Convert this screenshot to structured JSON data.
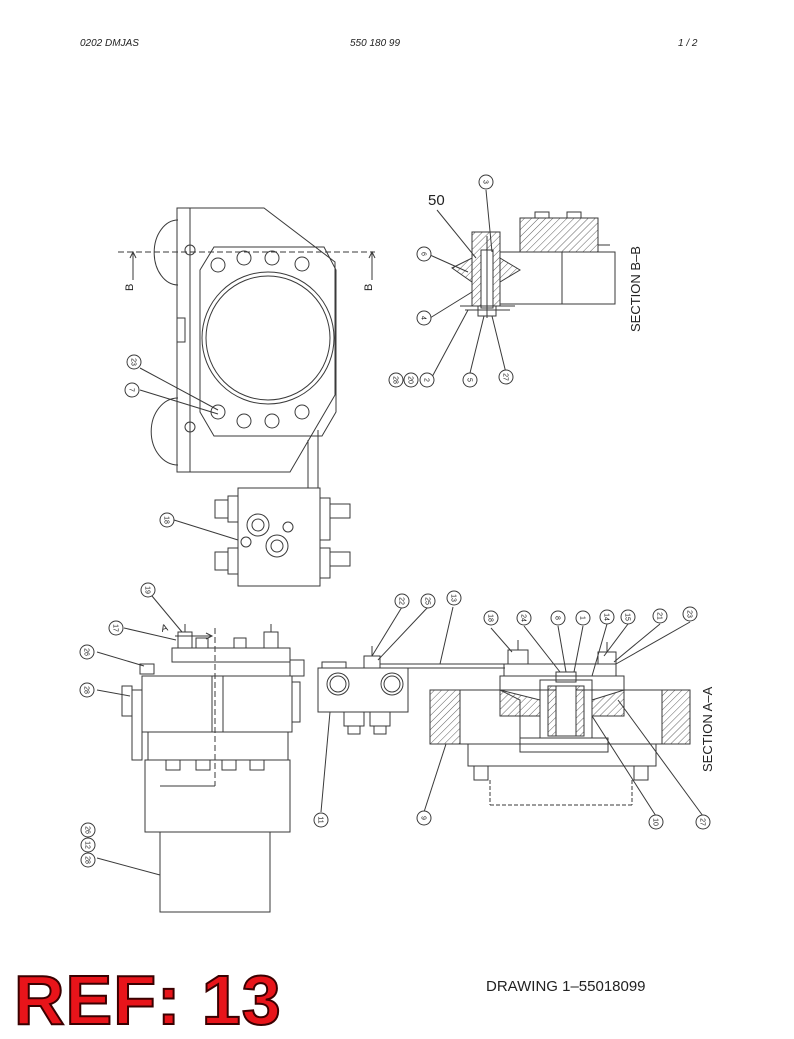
{
  "header": {
    "left": "0202 DMJAS",
    "center": "550 180 99",
    "right": "1 /  2"
  },
  "sections": {
    "bb": "SECTION B–B",
    "aa": "SECTION A–A"
  },
  "view_markers": {
    "b_left": "B",
    "b_right": "B",
    "a": "A"
  },
  "big_label": "50",
  "balloons": {
    "top_view": [
      "23",
      "7",
      "18"
    ],
    "section_bb": [
      "3",
      "6",
      "4",
      "28",
      "20",
      "2",
      "5",
      "27"
    ],
    "side_view": [
      "19",
      "17",
      "26",
      "28",
      "26",
      "12",
      "28"
    ],
    "valve_block": [
      "22",
      "25",
      "13",
      "11"
    ],
    "section_aa": [
      "18",
      "24",
      "8",
      "1",
      "14",
      "15",
      "21",
      "23",
      "9",
      "10",
      "27"
    ]
  },
  "footer": {
    "drawing": "DRAWING 1–55018099",
    "ref": "REF: 13"
  },
  "colors": {
    "line": "#3a3a3a",
    "ref_red": "#e8141a"
  }
}
